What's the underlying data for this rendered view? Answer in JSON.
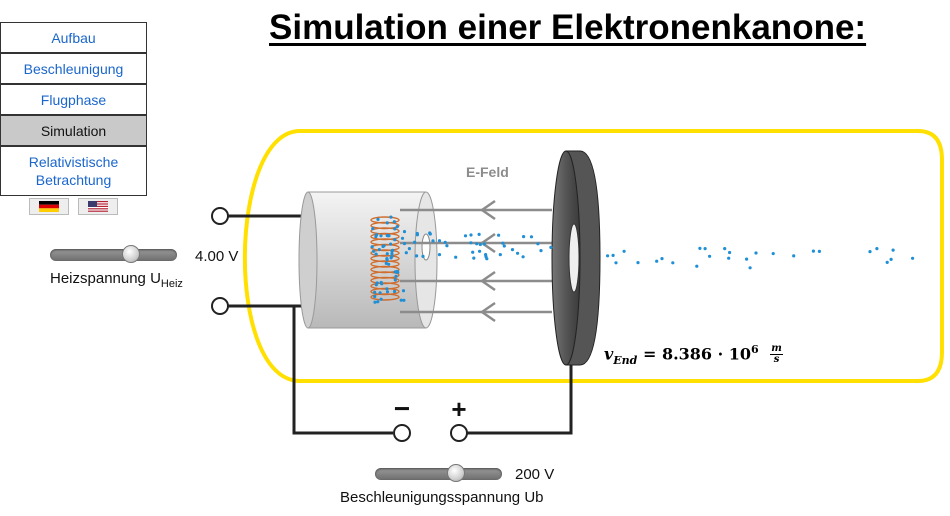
{
  "nav": {
    "items": [
      {
        "label": "Aufbau"
      },
      {
        "label": "Beschleunigung"
      },
      {
        "label": "Flugphase"
      },
      {
        "label": "Simulation"
      },
      {
        "label": "Relativistische Betrachtung"
      }
    ],
    "active": "Simulation"
  },
  "languages": [
    "german-flag-icon",
    "us-flag-icon"
  ],
  "title": "Simulation einer Elektronenkanone:",
  "heater": {
    "value": "4.00 V",
    "label": "Heizspannung U",
    "label_sub": "Heiz",
    "slider_fraction": 0.66
  },
  "accel": {
    "value": "200 V",
    "label": "Beschleunigungsspannung Ub",
    "slider_fraction": 0.66
  },
  "field_label": "E-Feld",
  "polarity": {
    "minus": "−",
    "plus": "+"
  },
  "velocity": {
    "symbol": "v",
    "subscript": "End",
    "equals": "=",
    "mantissa": "8.386",
    "times": "·",
    "base": "10",
    "exponent": "6",
    "unit_num": "m",
    "unit_den": "s"
  },
  "colors": {
    "tube_outline": "#ffe000",
    "electron": "#1f8fd6",
    "coil": "#cf6d2e",
    "field_arrow": "#8c8c8c",
    "link": "#1a66cc",
    "nav_active_bg": "#c9c9c9"
  }
}
